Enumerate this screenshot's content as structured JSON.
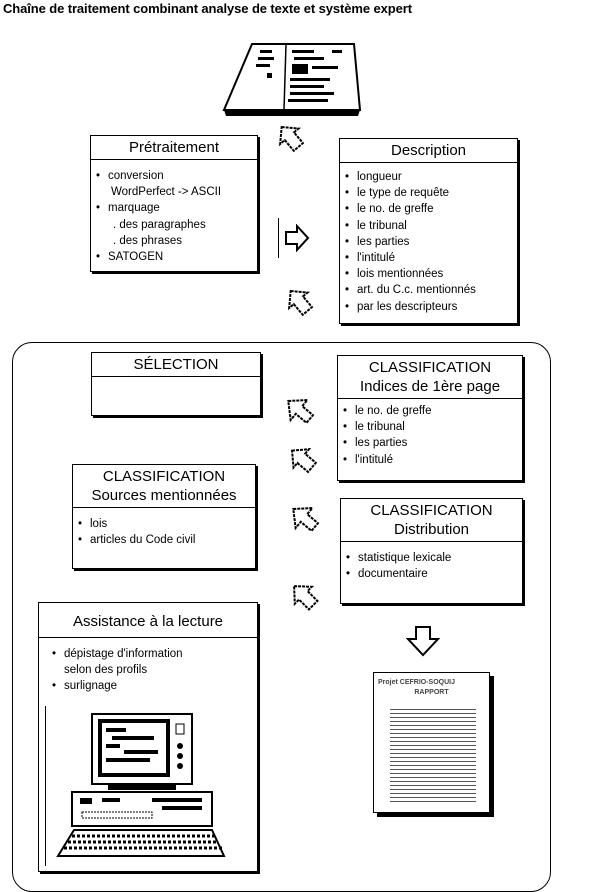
{
  "title": "Chaîne de traitement combinant analyse de texte et système expert",
  "pretraitement": {
    "heading": "Prétraitement",
    "items": [
      "conversion",
      "WordPerfect -> ASCII",
      "marquage",
      ". des paragraphes",
      ". des phrases",
      "SATOGEN"
    ]
  },
  "description": {
    "heading": "Description",
    "items": [
      "longueur",
      "le type de requête",
      "le no. de greffe",
      "le tribunal",
      "les parties",
      "l'intitulé",
      "lois mentionnées",
      "art. du C.c. mentionnés",
      "par les descripteurs"
    ]
  },
  "selection": {
    "heading": "SÉLECTION"
  },
  "class_indices": {
    "heading1": "CLASSIFICATION",
    "heading2": "Indices de 1ère page",
    "items": [
      "le no. de greffe",
      "le tribunal",
      "les parties",
      "l'intitulé"
    ]
  },
  "class_sources": {
    "heading1": "CLASSIFICATION",
    "heading2": "Sources mentionnées",
    "items": [
      "lois",
      "articles du Code civil"
    ]
  },
  "class_distribution": {
    "heading1": "CLASSIFICATION",
    "heading2": "Distribution",
    "items": [
      "statistique lexicale",
      "documentaire"
    ]
  },
  "assistance": {
    "heading": "Assistance à la lecture",
    "items": [
      "dépistage d'information",
      "selon des profils",
      "surlignage"
    ]
  },
  "report": {
    "line1": "Projet CEFRIO-SOQUIJ",
    "line2": "RAPPORT"
  }
}
